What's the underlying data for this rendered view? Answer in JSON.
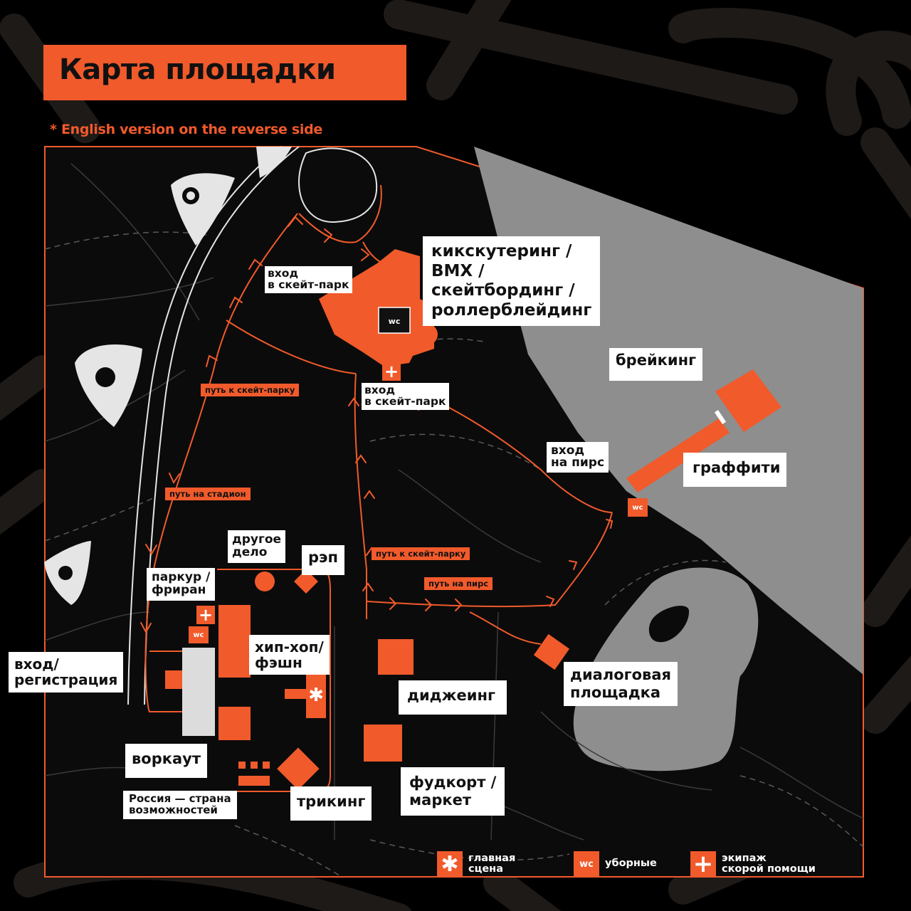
{
  "header": {
    "title": "Карта площадки",
    "note": "* English version on the reverse side"
  },
  "colors": {
    "accent": "#F15A2B",
    "background": "#000000",
    "park": "#0B0B0B",
    "water": "#8E8E8E",
    "label_bg": "#FFFFFF"
  },
  "zones": {
    "skate": "кикскутеринг /\nBMX /\nскейтбординг /\nроллерблейдинг",
    "breaking": "брейкинг",
    "graffiti": "граффити",
    "dialog": "диалоговая\nплощадка",
    "djing": "диджеинг",
    "foodcourt": "фудкорт /\nмаркет",
    "tricking": "трикинг",
    "russia": "Россия — страна\nвозможностей",
    "workout": "воркаут",
    "entry_reg": "вход/\nрегистрация",
    "hiphop": "хип-хоп/\nфэшн",
    "parkour": "паркур /\nфриран",
    "other": "другое\nдело",
    "rap": "рэп"
  },
  "entrances": {
    "skate_top": "вход\nв скейт-парк",
    "skate_bottom": "вход\nв скейт-парк",
    "pier": "вход\nна пирс"
  },
  "paths": {
    "to_skate_left": "путь к скейт-парку",
    "to_stadium": "путь на стадион",
    "to_skate_center": "путь к скейт-парку",
    "to_pier": "путь на пирс"
  },
  "icons": {
    "wc": "wc",
    "star": "✱",
    "cross": "+"
  },
  "legend": {
    "main_stage": "главная\nсцена",
    "wc_label": "уборные",
    "ambulance": "экипаж\nскорой помощи"
  }
}
